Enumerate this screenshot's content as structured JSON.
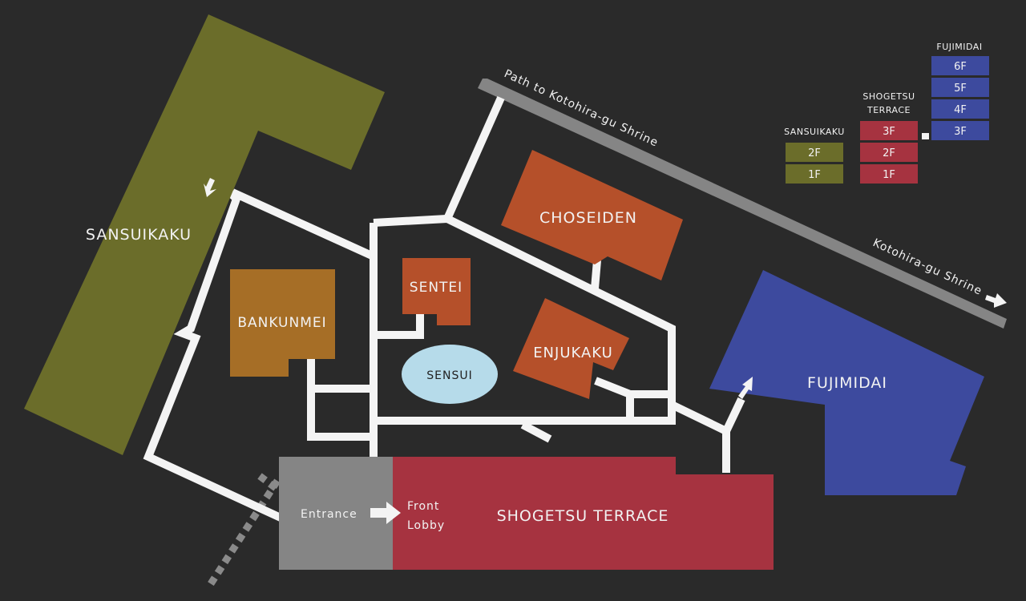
{
  "colors": {
    "background": "#2a2a2a",
    "path": "#f4f4f4",
    "road": "#8a8a8a",
    "sansuikaku": "#6b6d2a",
    "shogetsu": "#a63340",
    "fujimidai": "#3d4a9e",
    "choseiden": "#b5502a",
    "sentei": "#b5502a",
    "enjukaku": "#b5502a",
    "bankunmei": "#a66e26",
    "sensui": "#b6dbea",
    "entrance": "#858585"
  },
  "buildings": {
    "sansuikaku": "SANSUIKAKU",
    "bankunmei": "BANKUNMEI",
    "sentei": "SENTEI",
    "sensui": "SENSUI",
    "choseiden": "CHOSEIDEN",
    "enjukaku": "ENJUKAKU",
    "fujimidai": "FUJIMIDAI",
    "shogetsu_terrace": "SHOGETSU TERRACE",
    "entrance": "Entrance",
    "front_lobby_line1": "Front",
    "front_lobby_line2": "Lobby"
  },
  "roads": {
    "path_to_shrine": "Path to Kotohira-gu Shrine",
    "shrine": "Kotohira-gu Shrine"
  },
  "legend": {
    "sansuikaku": {
      "title": "SANSUIKAKU",
      "floors": [
        "2F",
        "1F"
      ]
    },
    "shogetsu": {
      "title_line1": "SHOGETSU",
      "title_line2": "TERRACE",
      "floors": [
        "3F",
        "2F",
        "1F"
      ]
    },
    "fujimidai": {
      "title": "FUJIMIDAI",
      "floors": [
        "6F",
        "5F",
        "4F",
        "3F"
      ]
    }
  }
}
